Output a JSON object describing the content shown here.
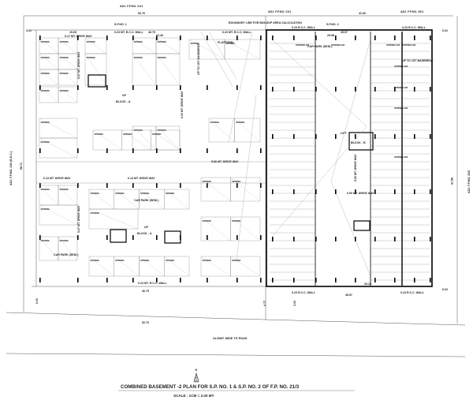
{
  "drawing": {
    "title": "COMBINED BASEMENT -2 PLAN FOR S.P. NO. 1 & S.P. NO. 2 OF F.P. NO. 21/3",
    "scale": "SCALE : 1CM = 2.00 MT",
    "north_label": "N",
    "road": "24.00MT. WIDE T.P. ROAD",
    "adjacent": {
      "top_left": "ADJ. F.P.NO. 21/1",
      "top_mid": "ADJ. F.P.NO. 21/1",
      "top_right": "ADJ. F.P.NO. 20/1",
      "left": "ADJ. F.P.NO. 11/0 (B.E.C.)",
      "right": "ADJ. F.P.NO. 20/2"
    },
    "plots": {
      "sp1": "S.P.NO. 1",
      "sp2": "S.P.NO. 2"
    },
    "dimensions": {
      "top_overall_left": "52.70",
      "top_overall_right": "41.60",
      "sp1_top": "46.79",
      "sp1_bottom": "46.79",
      "sp2_top": "35.57",
      "sp2_bottom": "35.57",
      "road_length": "52.70",
      "left_height": "58.71",
      "right_height": "58.76",
      "setback_top": "3.00",
      "setback_right": "6.02",
      "setback_front_left": "6.00",
      "setback_front_mid": "6.77",
      "setback_front_sp2": "3.00",
      "inner_top_a": "15.65",
      "inner_top_b": "12.40",
      "inner_sp2_top": "25.98",
      "inner_sp2_bottom": "29.28"
    },
    "labels": {
      "rcc_wall_sp1": "0.23 MT. R.C.C. WALL",
      "rcc_wall_sp1b": "0.23 MT. R.C.C. WALL",
      "rcc_wall_sp2_left": "0.23 R.C.C. WALL",
      "rcc_wall_sp2_right": "0.23 R.C.C. WALL",
      "rcc_wall_bottom_left": "0.23 R.C.C. WALL",
      "rcc_wall_bottom_right": "0.23 R.C.C. WALL",
      "rcc_wall_bottom_sp1": "0.23 MT. R.C.C. WALL",
      "driveway_1": "6.17 MT. DRIVE WAY",
      "driveway_2": "6.13 MT. DRIVE WAY",
      "driveway_3": "6.13 MT. DRIVE WAY",
      "driveway_4": "5.50 MT. DRIVE WAY",
      "driveway_5": "5.67 MT. DRIVE WAY",
      "driveway_6": "6.00 MT. DRIVE WAY",
      "driveway_7": "5.50 MT. DRIVE WAY",
      "driveway_8": "6.00 MT. DRIVE WAY",
      "ramp": "UP TO 1ST BASEMENT",
      "ramp_sp2": "UP TO 1ST BASEMENT",
      "platform": "PLATFORM",
      "boundary_note": "BOUNDARY LINE FOR BUILDUP AREA CALCULATION",
      "block_a1": "BLOCK - A",
      "block_a2": "BLOCK - A",
      "block_b": "BLOCK - B",
      "lift": "LIFT",
      "up": "UP",
      "sprink": "SPRINK.",
      "sprinkler": "SPRINKLER",
      "car_park": "CAR PARK (SEDI.)"
    }
  }
}
